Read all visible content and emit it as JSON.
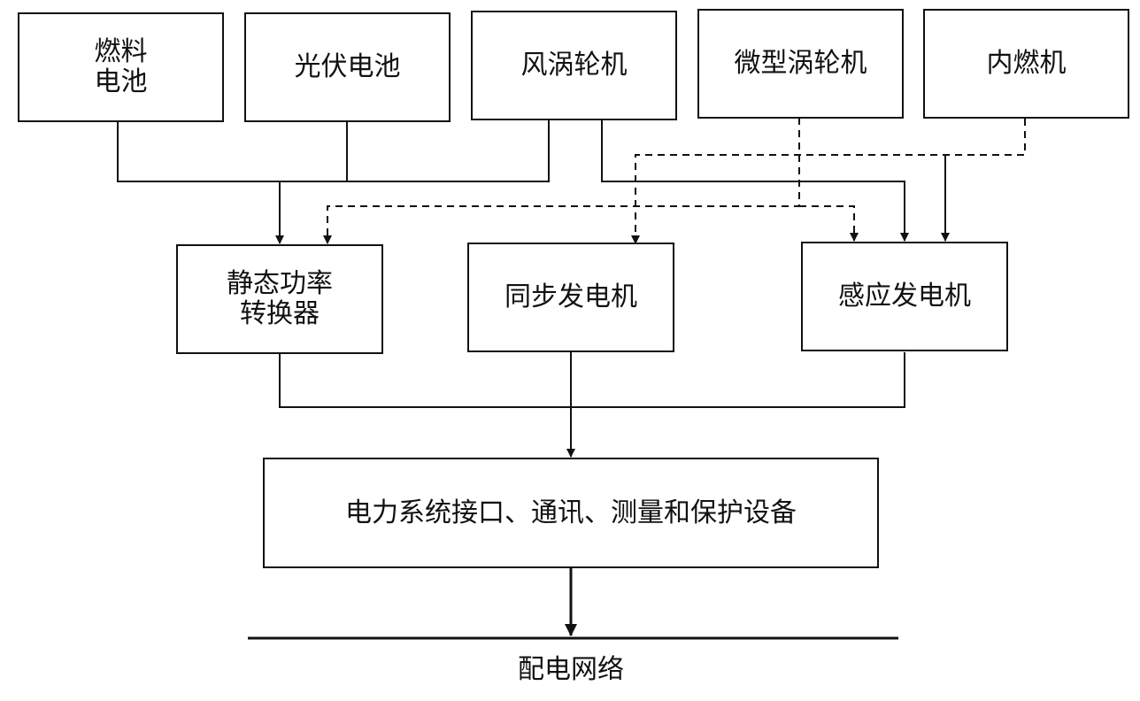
{
  "sources": {
    "fuel_cell": "燃料\n电池",
    "photovoltaic": "光伏电池",
    "wind_turbine": "风涡轮机",
    "micro_turbine": "微型涡轮机",
    "ice": "内燃机"
  },
  "converters": {
    "static_power_converter": "静态功率\n转换器",
    "synchronous_generator": "同步发电机",
    "induction_generator": "感应发电机"
  },
  "interface": "电力系统接口、通讯、测量和保护设备",
  "grid": "配电网络"
}
